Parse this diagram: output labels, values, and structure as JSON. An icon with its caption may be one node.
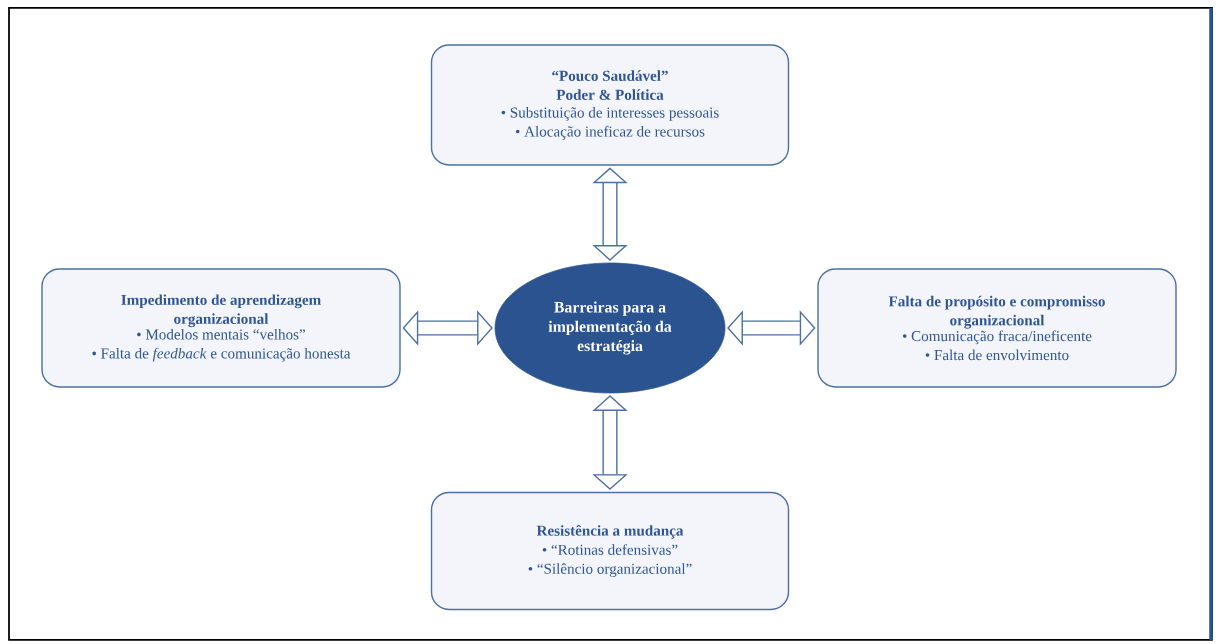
{
  "diagram": {
    "nodes": [
      {
        "text": [
          "“Pouco Saudável”",
          "Poder & Política",
          "• Substituição de interesses pessoais",
          "• Alocação ineficaz de recursos"
        ]
      },
      {
        "text": [
          "Impedimento de aprendizagem organizacional",
          "• Modelos mentais “velhos”",
          "• Falta de *feedback* e comunicação honesta"
        ]
      },
      {
        "text": [
          "Barreiras para a implementação da estratégia"
        ]
      },
      {
        "text": [
          "Falta de propósito e compromisso organizacional",
          "• Comunicação fraca/ineficente",
          "• Falta de envolvimento"
        ]
      },
      {
        "text": [
          "Resistência a mudança",
          "• “Rotinas defensivas”",
          "• “Silêncio organizacional”"
        ]
      }
    ],
    "edges": [
      {
        "from": 2,
        "to": 0,
        "arrow": "both"
      },
      {
        "from": 2,
        "to": 1,
        "arrow": "both"
      },
      {
        "from": 2,
        "to": 3,
        "arrow": "both"
      },
      {
        "from": 2,
        "to": 4,
        "arrow": "both"
      }
    ]
  }
}
